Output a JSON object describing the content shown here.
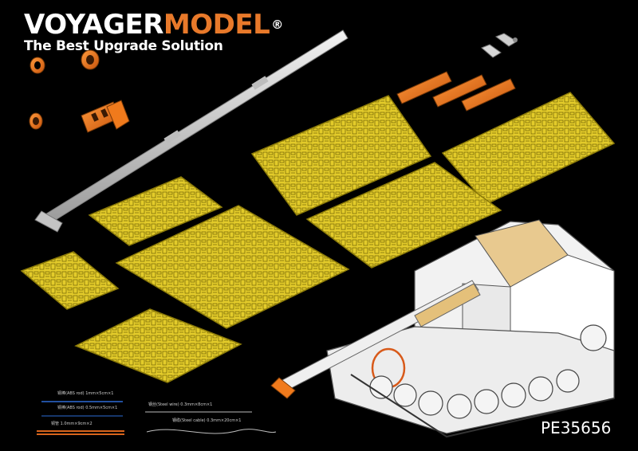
{
  "brand": {
    "name_part1": "VOYAGER",
    "name_part2": "MODEL",
    "registered_mark": "®",
    "tagline": "The Best Upgrade Solution"
  },
  "colors": {
    "brass": "#e3cb2a",
    "brass_dark": "#7a6a05",
    "resin_orange": "#f07a1c",
    "gun_barrel": "#d8d8d8",
    "brand_orange": "#e8792a"
  },
  "legend": {
    "rod_1": "铜棒(ABS rod) 1mm×5cm×1",
    "rod_2": "铜棒(ABS rod) 0.5mm×5cm×1",
    "rod_3": "铜管 1.0mm×9cm×2",
    "wire_1": "钢丝(Steel wire) 0.3mm×8cm×1",
    "wire_2": "钢缆(Steel cable) 0.3mm×20cm×1"
  },
  "product_code": "PE35656"
}
